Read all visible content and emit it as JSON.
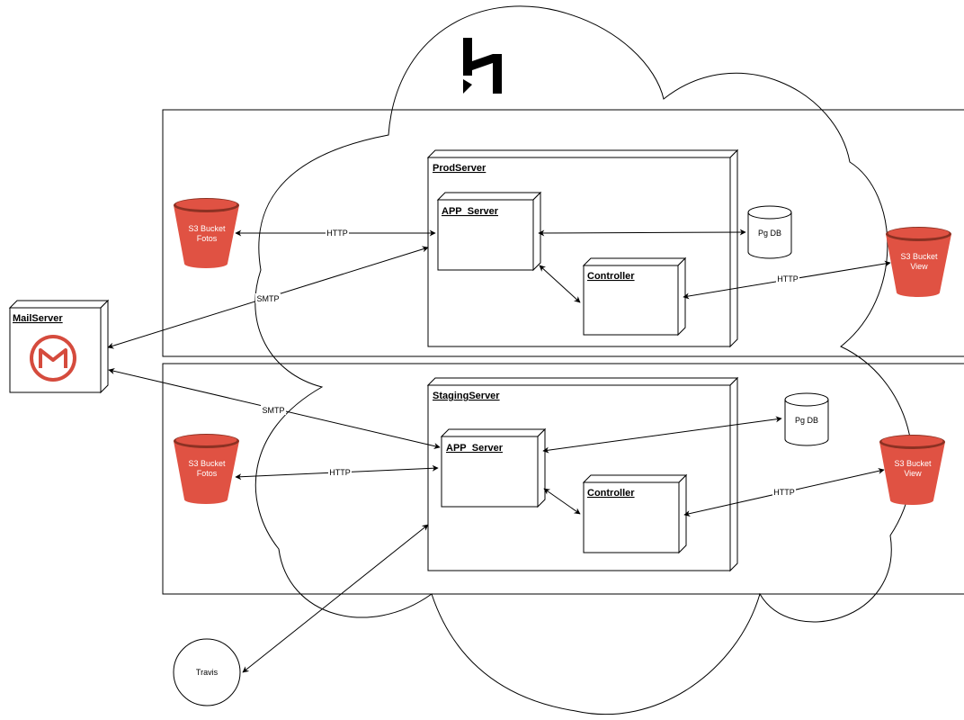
{
  "colors": {
    "bucket_red": "#e05243",
    "bucket_dark": "#8c3123",
    "gmail_red": "#d54b3d",
    "line": "#000000"
  },
  "icons": {
    "heroku": "heroku-logo-icon",
    "mail": "gmail-icon",
    "bucket": "s3-bucket-icon"
  },
  "prod": {
    "server_title": "ProdServer",
    "app_title": "APP_Server",
    "controller_title": "Controller",
    "db_label": "Pg DB",
    "bucket_fotos": [
      "S3 Bucket",
      "Fotos"
    ],
    "bucket_view": [
      "S3 Bucket",
      "View"
    ],
    "http_fotos": "HTTP",
    "http_view": "HTTP",
    "smtp": "SMTP"
  },
  "staging": {
    "server_title": "StagingServer",
    "app_title": "APP_Server",
    "controller_title": "Controller",
    "db_label": "Pg DB",
    "bucket_fotos": [
      "S3 Bucket",
      "Fotos"
    ],
    "bucket_view": [
      "S3 Bucket",
      "View"
    ],
    "http_fotos": "HTTP",
    "http_view": "HTTP",
    "smtp": "SMTP"
  },
  "mail": {
    "title": "MailServer"
  },
  "travis": {
    "label": "Travis"
  }
}
